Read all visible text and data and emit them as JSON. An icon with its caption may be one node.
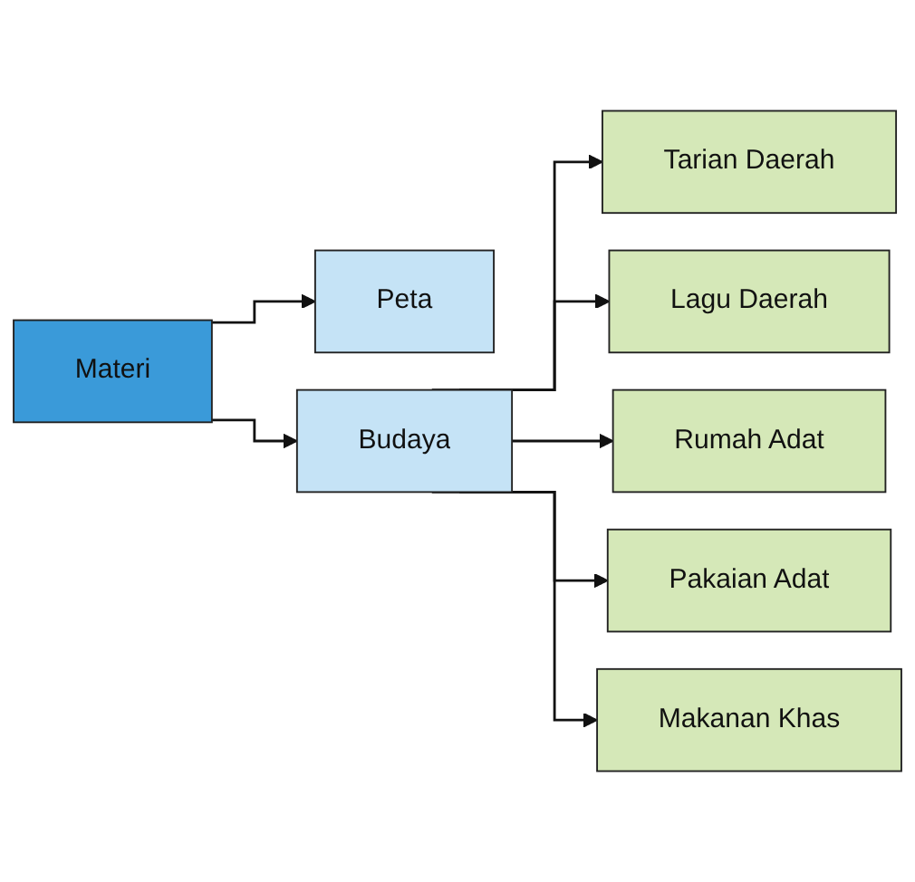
{
  "diagram": {
    "nodes": [
      {
        "text": [
          "Materi"
        ]
      },
      {
        "text": [
          "Peta"
        ]
      },
      {
        "text": [
          "Budaya"
        ]
      },
      {
        "text": [
          "Tarian Daerah"
        ]
      },
      {
        "text": [
          "Lagu Daerah"
        ]
      },
      {
        "text": [
          "Rumah Adat"
        ]
      },
      {
        "text": [
          "Pakaian Adat"
        ]
      },
      {
        "text": [
          "Makanan Khas"
        ]
      }
    ],
    "edges": [
      {
        "from": 0,
        "to": 1,
        "arrow": "to"
      },
      {
        "from": 0,
        "to": 2,
        "arrow": "to"
      },
      {
        "from": 2,
        "to": 3,
        "arrow": "to"
      },
      {
        "from": 2,
        "to": 4,
        "arrow": "to"
      },
      {
        "from": 2,
        "to": 5,
        "arrow": "to"
      },
      {
        "from": 2,
        "to": 6,
        "arrow": "to"
      },
      {
        "from": 2,
        "to": 7,
        "arrow": "to"
      }
    ]
  }
}
